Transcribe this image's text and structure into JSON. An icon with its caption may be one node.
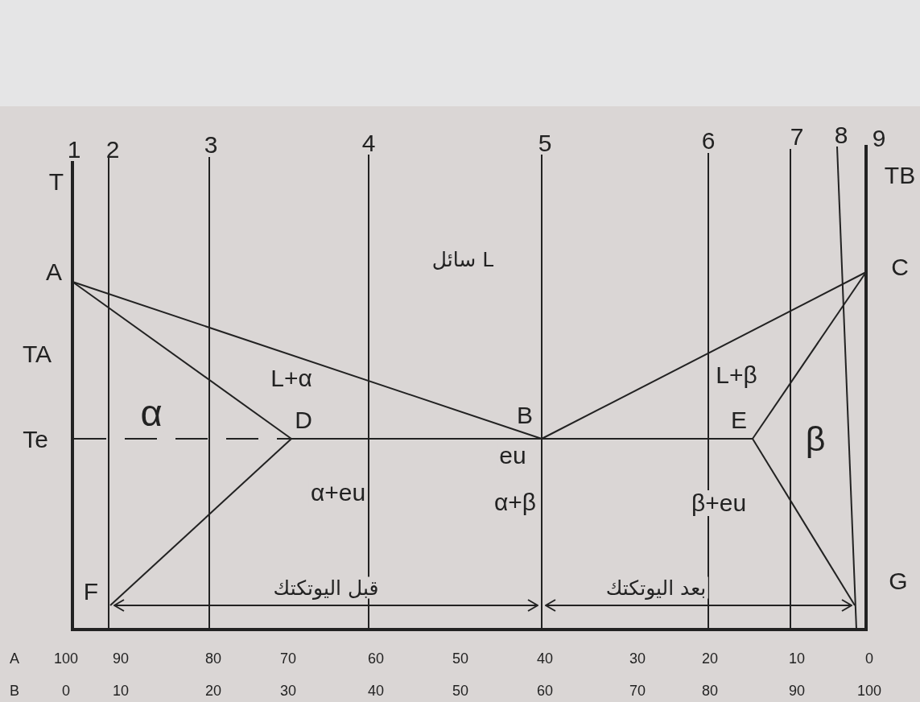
{
  "diagram": {
    "labels": [
      "1",
      "2",
      "3",
      "4",
      "5",
      "6",
      "7",
      "8",
      "9",
      "T",
      "TB",
      "L سائل",
      "A",
      "C",
      "TA",
      "L+α",
      "L+β",
      "α",
      "D",
      "B",
      "E",
      "β",
      "Te",
      "eu",
      "α+eu",
      "α+β",
      "β+eu",
      "F",
      "قبل اليوتكتك",
      "بعد اليوتكتك",
      "G",
      "A",
      "100",
      "90",
      "80",
      "70",
      "60",
      "50",
      "40",
      "30",
      "20",
      "10",
      "0",
      "B",
      "0",
      "10",
      "20",
      "30",
      "40",
      "50",
      "60",
      "70",
      "80",
      "90",
      "100"
    ]
  }
}
